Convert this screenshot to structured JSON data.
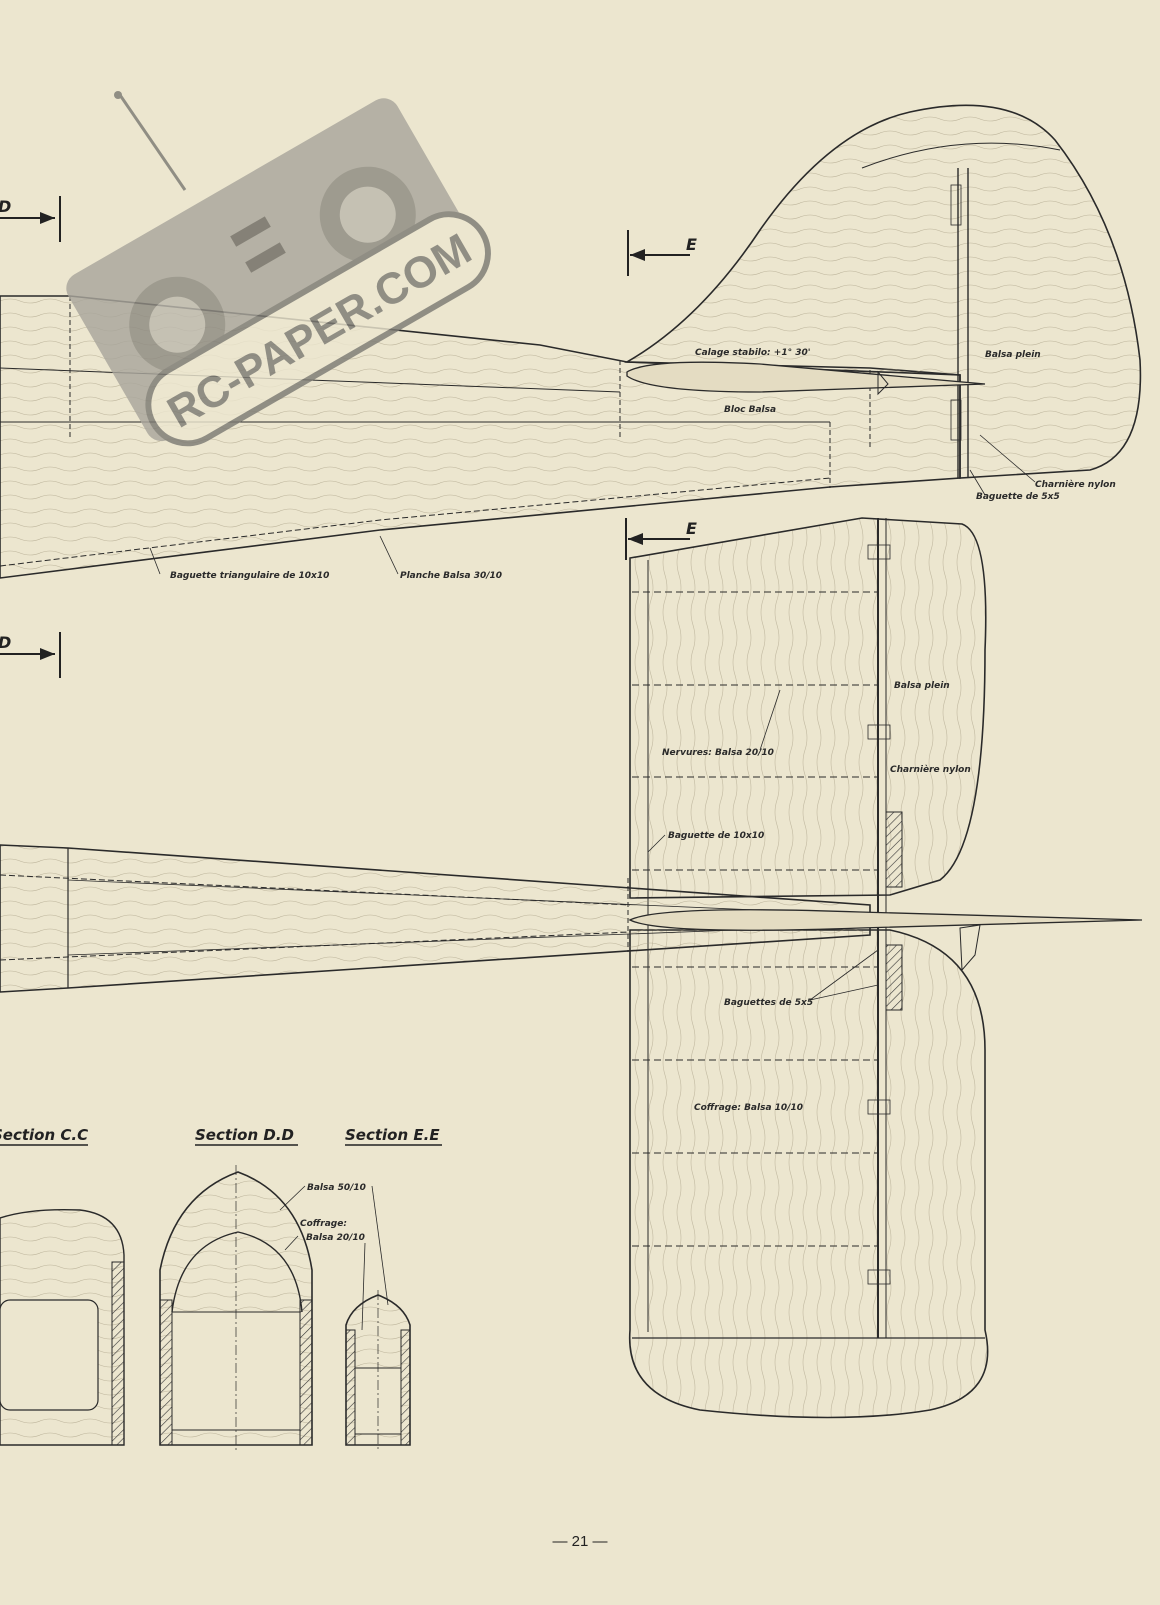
{
  "labels": {
    "calage": "Calage stabilo: +1° 30'",
    "bloc_balsa": "Bloc Balsa",
    "balsa_plein_fin": "Balsa plein",
    "charniere_fin": "Charnière nylon",
    "baguette_5x5_fin": "Baguette de 5x5",
    "baguette_triangulaire": "Baguette triangulaire de 10x10",
    "planche_balsa": "Planche Balsa 30/10",
    "balsa_plein_stab": "Balsa plein",
    "nervures": "Nervures: Balsa 20/10",
    "charniere_stab": "Charnière nylon",
    "baguette_10x10": "Baguette de 10x10",
    "baguettes_5x5": "Baguettes de 5x5",
    "coffrage_stab": "Coffrage: Balsa 10/10",
    "balsa_50": "Balsa 50/10",
    "coffrage_section_1": "Coffrage:",
    "coffrage_section_2": "Balsa 20/10"
  },
  "section_markers": {
    "d_upper": "D",
    "d_lower": "D",
    "e_upper": "E",
    "e_lower": "E"
  },
  "sections": {
    "c": "Section C.C",
    "d": "Section D.D",
    "e": "Section E.E"
  },
  "watermark": "RC-PAPER.COM",
  "page_number": "— 21 —",
  "colors": {
    "paper": "#ece6cf",
    "ink": "#2a2a2a",
    "watermark": "#7d7b74"
  }
}
